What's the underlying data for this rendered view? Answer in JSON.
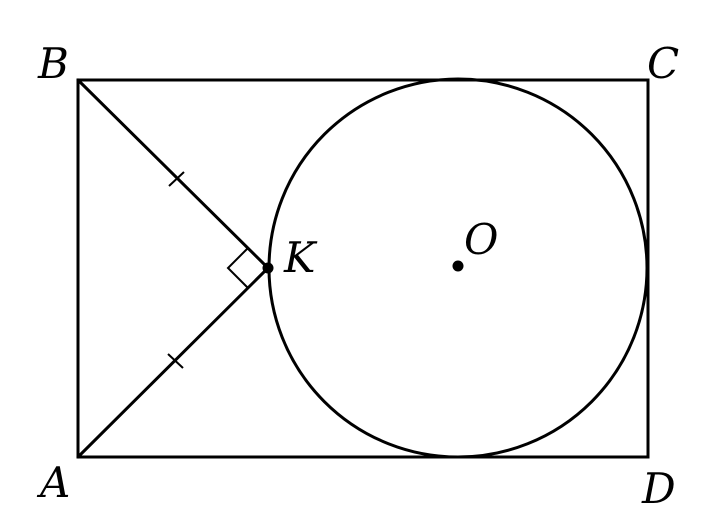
{
  "labels": {
    "B": "B",
    "C": "C",
    "A": "A",
    "D": "D",
    "K": "K",
    "O": "O"
  },
  "colors": {
    "stroke": "#000000",
    "background": "#ffffff"
  }
}
